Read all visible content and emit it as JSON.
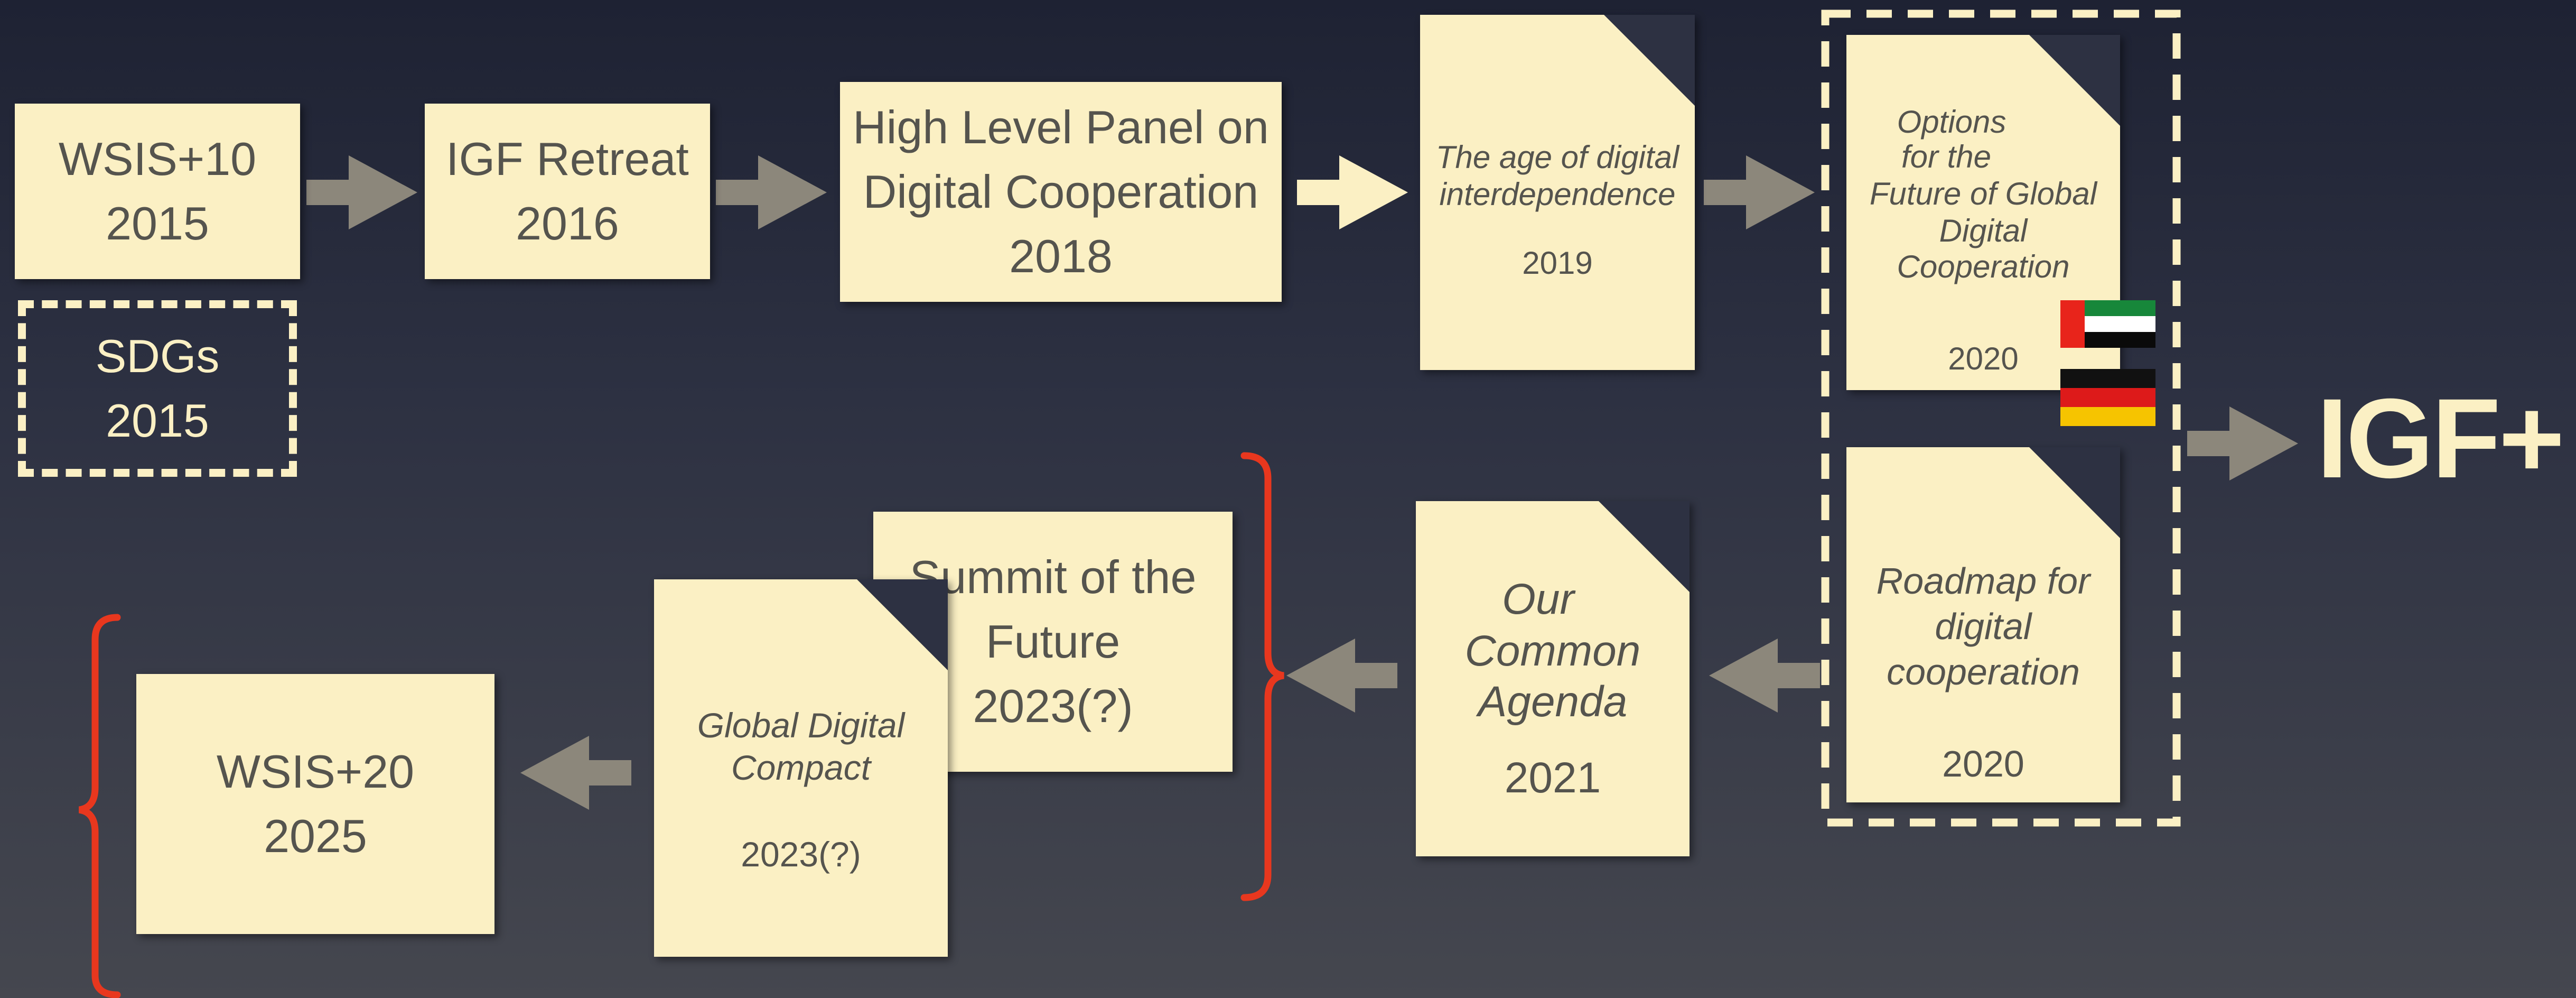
{
  "colors": {
    "box_fill": "#fbf0c4",
    "box_text": "#55544e",
    "arrow_gray": "#8c877b",
    "brace_red": "#e8371e",
    "background_top": "#1e2233",
    "background_bottom": "#45474f"
  },
  "nodes": {
    "wsis10": {
      "line1": "WSIS+10",
      "line2": "2015"
    },
    "sdgs": {
      "line1": "SDGs",
      "line2": "2015"
    },
    "igf_retreat": {
      "line1": "IGF Retreat",
      "line2": "2016"
    },
    "high_level_panel": {
      "line1": "High Level Panel on",
      "line2": "Digital Cooperation",
      "line3": "2018"
    },
    "age_of_digital": {
      "line1": "The age of digital",
      "line2": "interdependence",
      "year": "2019"
    },
    "options": {
      "line1": "Options",
      "line2": "for the",
      "line3": "Future of Global",
      "line4": "Digital",
      "line5": "Cooperation",
      "year": "2020"
    },
    "roadmap": {
      "line1": "Roadmap for",
      "line2": "digital",
      "line3": "cooperation",
      "year": "2020"
    },
    "our_common_agenda": {
      "line1": "Our",
      "line2": "Common",
      "line3": "Agenda",
      "year": "2021"
    },
    "summit": {
      "line1": "Summit of the",
      "line2": "Future",
      "line3": "2023(?)"
    },
    "global_digital_compact": {
      "line1": "Global Digital",
      "line2": "Compact",
      "year": "2023(?)"
    },
    "wsis20": {
      "line1": "WSIS+20",
      "line2": "2025"
    }
  },
  "igf_plus": "IGF+",
  "flags": [
    "uae-flag",
    "germany-flag"
  ]
}
